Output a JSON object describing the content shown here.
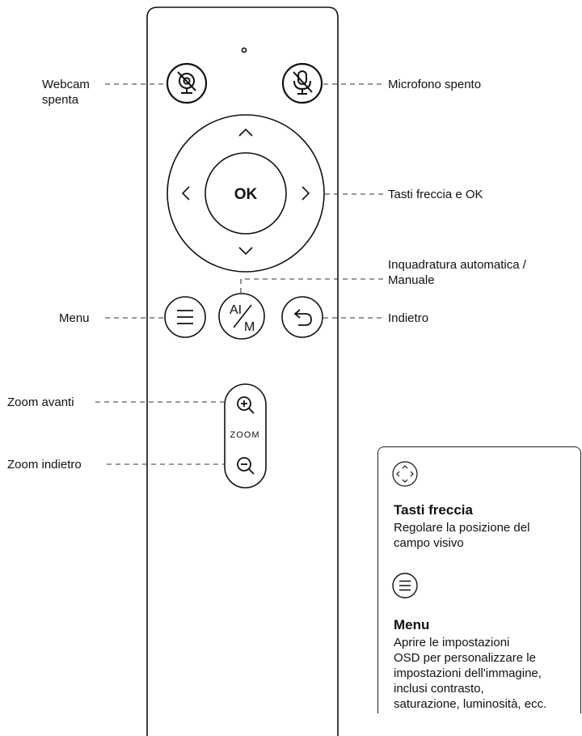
{
  "remote": {
    "ok_label": "OK",
    "ai_top": "AI",
    "ai_bottom": "M",
    "zoom_label": "ZOOM"
  },
  "callouts": {
    "webcam_line1": "Webcam",
    "webcam_line2": "spenta",
    "mic": "Microfono spento",
    "arrows": "Tasti freccia e OK",
    "auto_line1": "Inquadratura automatica /",
    "auto_line2": "Manuale",
    "menu": "Menu",
    "back": "Indietro",
    "zoom_in": "Zoom avanti",
    "zoom_out": "Zoom indietro"
  },
  "infobox": {
    "arrows_title": "Tasti freccia",
    "arrows_desc_line1": "Regolare la posizione del",
    "arrows_desc_line2": "campo visivo",
    "menu_title": "Menu",
    "menu_desc_line1": "Aprire le impostazioni",
    "menu_desc_line2": "OSD per personalizzare le",
    "menu_desc_line3": "impostazioni dell'immagine,",
    "menu_desc_line4": "inclusi contrasto,",
    "menu_desc_line5": "saturazione, luminosità, ecc."
  }
}
